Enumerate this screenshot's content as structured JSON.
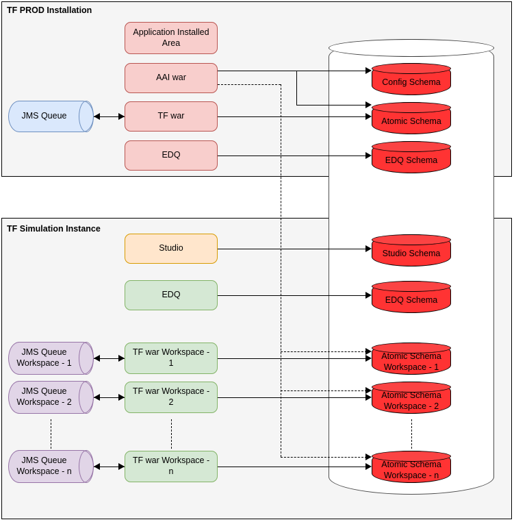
{
  "diagram": {
    "title_prod": "TF PROD Installation",
    "title_sim": "TF Simulation Instance",
    "colors": {
      "pink_fill": "#f8cecc",
      "pink_stroke": "#b85450",
      "green_fill": "#d5e8d4",
      "green_stroke": "#82b366",
      "orange_fill": "#ffe6cc",
      "orange_stroke": "#d79b00",
      "blue_fill": "#dae8fc",
      "blue_stroke": "#6c8ebf",
      "purple_fill": "#e1d5e7",
      "purple_stroke": "#9673a6",
      "red_fill": "#ff3333",
      "red_stroke": "#000000",
      "container_fill": "#f5f5f5",
      "container_stroke": "#000000"
    }
  },
  "prod": {
    "queue": "JMS Queue",
    "apps": [
      {
        "label": "Application Installed Area"
      },
      {
        "label": "AAI war"
      },
      {
        "label": "TF war"
      },
      {
        "label": "EDQ"
      }
    ],
    "schemas": [
      {
        "label": "Config Schema"
      },
      {
        "label": "Atomic Schema"
      },
      {
        "label": "EDQ Schema"
      }
    ]
  },
  "sim": {
    "apps": [
      {
        "label": "Studio"
      },
      {
        "label": "EDQ"
      }
    ],
    "queues": [
      {
        "label": "JMS Queue Workspace - 1"
      },
      {
        "label": "JMS Queue Workspace - 2"
      },
      {
        "label": "JMS Queue Workspace - n"
      }
    ],
    "wars": [
      {
        "label": "TF war Workspace - 1"
      },
      {
        "label": "TF war Workspace - 2"
      },
      {
        "label": "TF war Workspace - n"
      }
    ],
    "schemas": [
      {
        "label": "Studio Schema"
      },
      {
        "label": "EDQ Schema"
      },
      {
        "label": "Atomic Schema Workspace - 1"
      },
      {
        "label": "Atomic Schema Workspace - 2"
      },
      {
        "label": "Atomic Schema Workspace - n"
      }
    ]
  }
}
